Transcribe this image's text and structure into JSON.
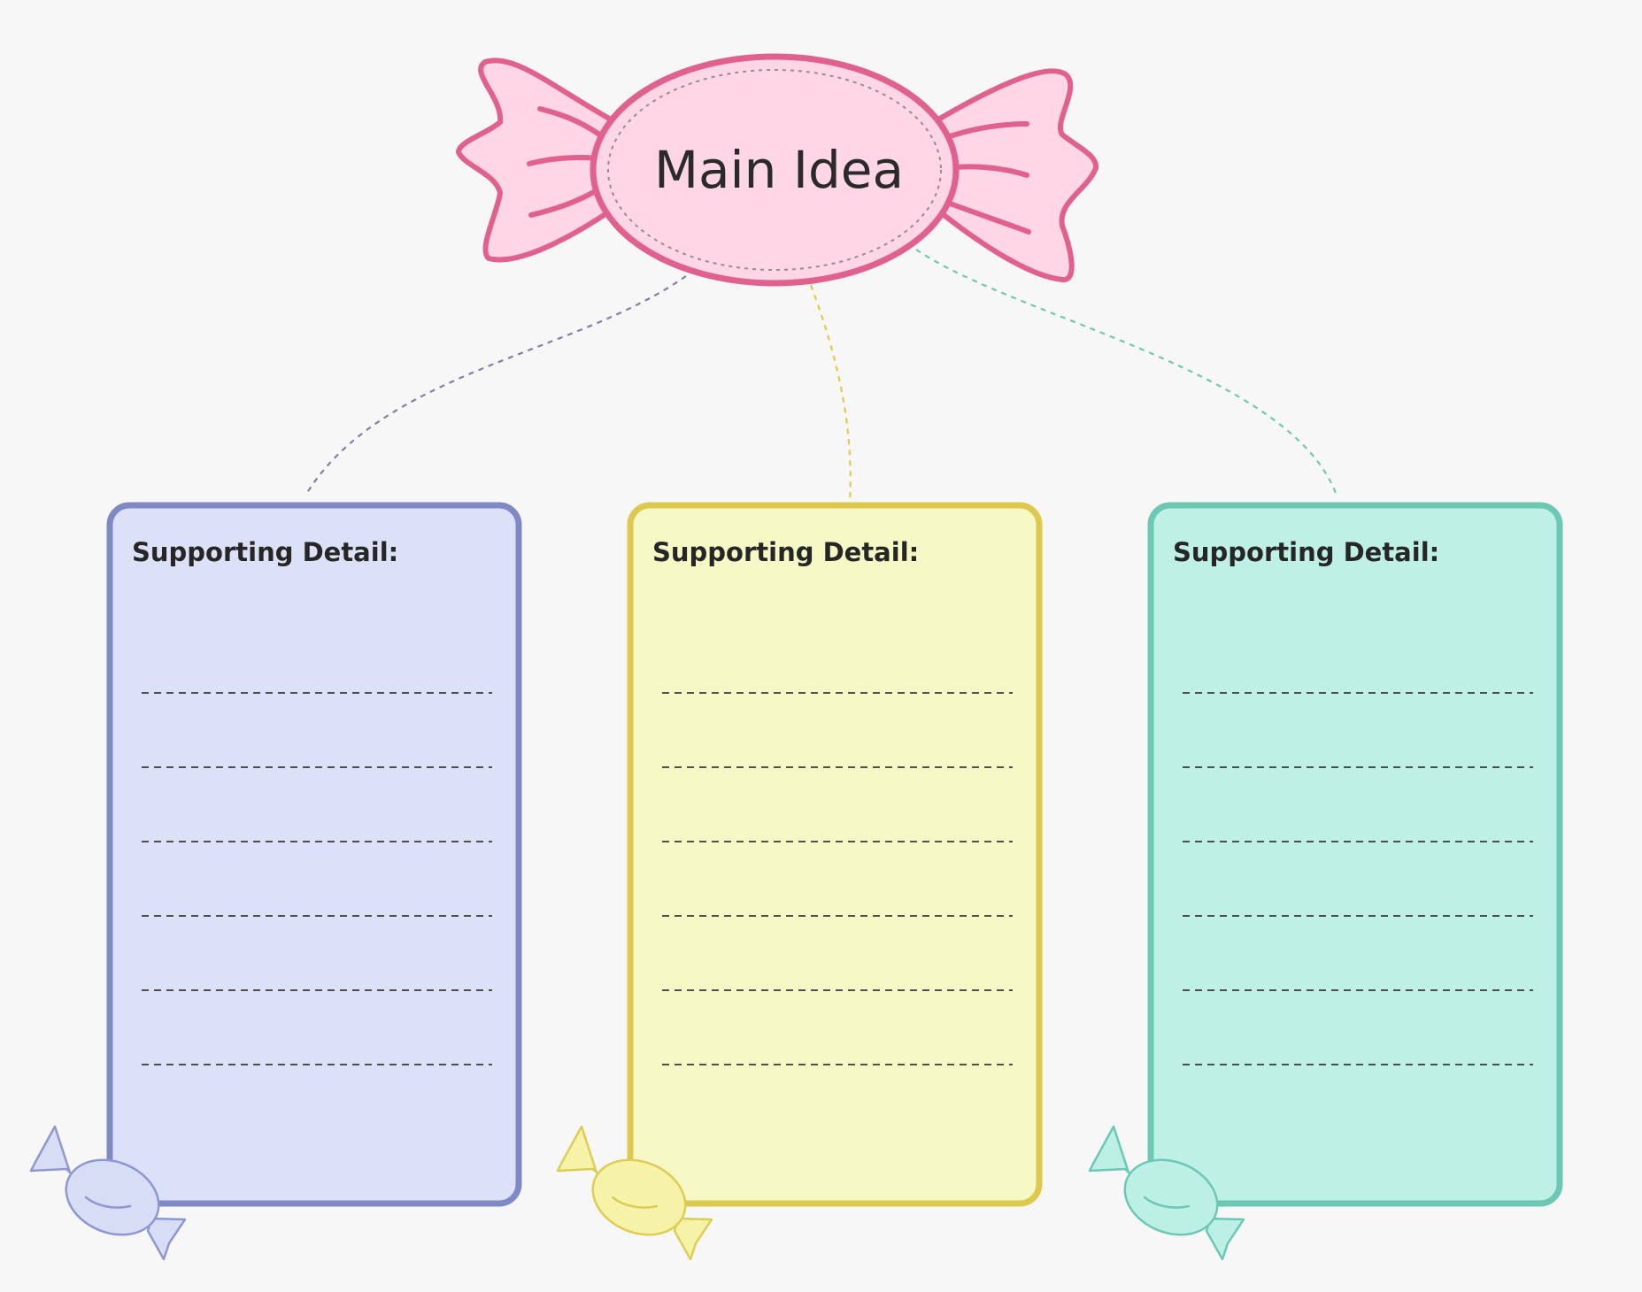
{
  "main_idea": {
    "label": "Main Idea",
    "fill": "#ffd6e6",
    "stroke": "#e0608e"
  },
  "cards": [
    {
      "title": "Supporting Detail:",
      "fill": "#dde1f8",
      "stroke": "#7f8ac4",
      "candy_fill": "#d8ddf6",
      "candy_stroke": "#8e98d0",
      "connector": "#7f7fa8"
    },
    {
      "title": "Supporting Detail:",
      "fill": "#f6f8c6",
      "stroke": "#ddc94e",
      "candy_fill": "#f6f3a8",
      "candy_stroke": "#dccd56",
      "connector": "#e3c84a"
    },
    {
      "title": "Supporting Detail:",
      "fill": "#bff0e6",
      "stroke": "#6cc7b3",
      "candy_fill": "#bdf0e4",
      "candy_stroke": "#6cc8b4",
      "connector": "#70c8b0"
    }
  ],
  "icons": {
    "main": "wrapped-candy-icon",
    "card": "small-candy-icon"
  }
}
